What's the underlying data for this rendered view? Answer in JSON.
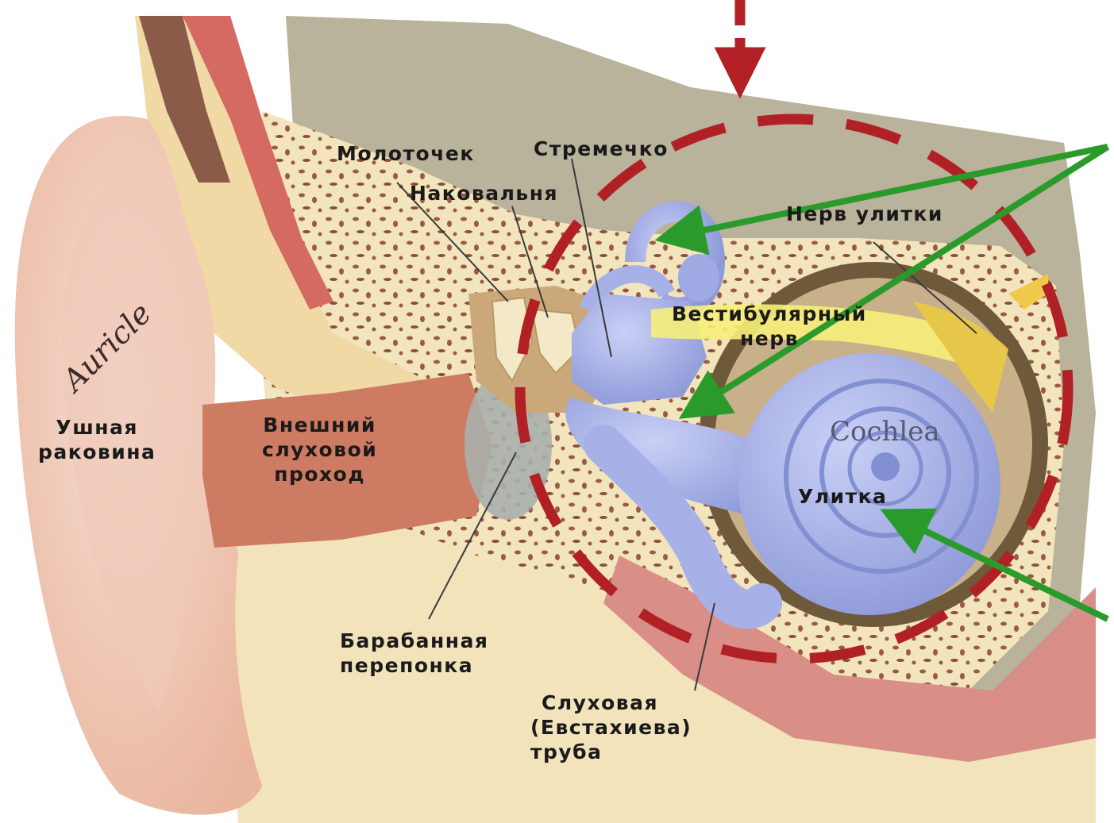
{
  "labels": {
    "malleus": "Молоточек",
    "stapes": "Стремечко",
    "incus": "Наковальня",
    "cochlear_nerve": "Нерв улитки",
    "vestibular_nerve_1": "Вестибулярный",
    "vestibular_nerve_2": "нерв",
    "auricle_en": "Auricle",
    "auricle_ru_1": "Ушная",
    "auricle_ru_2": "раковина",
    "ear_canal_1": "Внешний",
    "ear_canal_2": "слуховой",
    "ear_canal_3": "проход",
    "cochlea_en": "Cochlea",
    "cochlea_ru": "Улитка",
    "eardrum_1": "Барабанная",
    "eardrum_2": "перепонка",
    "eustachian_1": "Слуховая",
    "eustachian_2": "(Евстахиева)",
    "eustachian_3": "труба"
  },
  "colors": {
    "highlight_circle": "#b02024",
    "arrow_green": "#2a9a2a",
    "inner_ear_blue": "#a7b1e8",
    "bone": "#f1e4bb",
    "skull_gray": "#b8b39a",
    "skin": "#f3cfbe",
    "ear_canal": "#cd7b62"
  }
}
